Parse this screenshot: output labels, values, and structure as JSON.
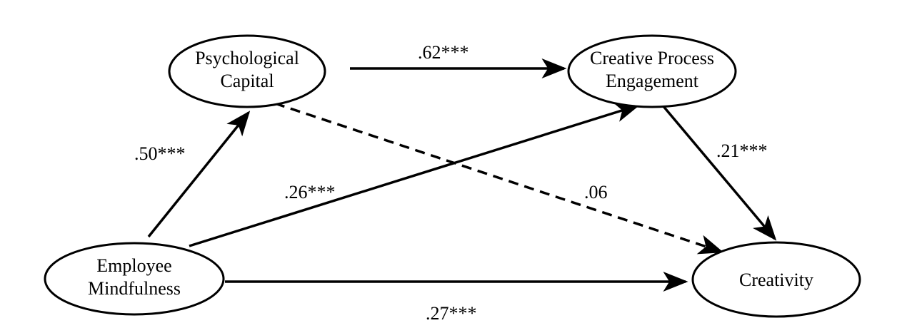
{
  "nodes": {
    "psych_capital": {
      "line1": "Psychological",
      "line2": "Capital"
    },
    "cpe": {
      "line1": "Creative Process",
      "line2": "Engagement"
    },
    "mindfulness": {
      "line1": "Employee",
      "line2": "Mindfulness"
    },
    "creativity": {
      "label": "Creativity"
    }
  },
  "edges": {
    "pc_to_cpe": {
      "coef": ".62***",
      "style": "solid"
    },
    "em_to_pc": {
      "coef": ".50***",
      "style": "solid"
    },
    "em_to_cpe": {
      "coef": ".26***",
      "style": "solid"
    },
    "pc_to_cr": {
      "coef": ".06",
      "style": "dashed"
    },
    "cpe_to_cr": {
      "coef": ".21***",
      "style": "solid"
    },
    "em_to_cr": {
      "coef": ".27***",
      "style": "solid"
    }
  },
  "colors": {
    "stroke": "#000000",
    "background": "#ffffff"
  }
}
